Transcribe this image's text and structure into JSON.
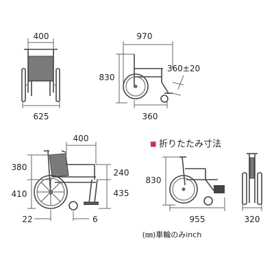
{
  "dimensions": {
    "front_width": "400",
    "front_overall": "625",
    "side_length": "970",
    "side_height": "830",
    "footrest_range": "360±20",
    "side_seat_depth": "360",
    "detail_seat_width": "400",
    "detail_back_height": "380",
    "detail_seat_height": "410",
    "detail_armrest": "240",
    "detail_armrest_height": "435",
    "detail_wheel_rear": "22",
    "detail_wheel_front": "6",
    "folded_height": "830",
    "folded_length": "955",
    "folded_width": "320"
  },
  "folded_section": {
    "marker": "■",
    "title": "折りたたみ寸法"
  },
  "footnote": "(㎜)車輪のみinch",
  "colors": {
    "accent": "#c2336f",
    "line": "#444444"
  }
}
